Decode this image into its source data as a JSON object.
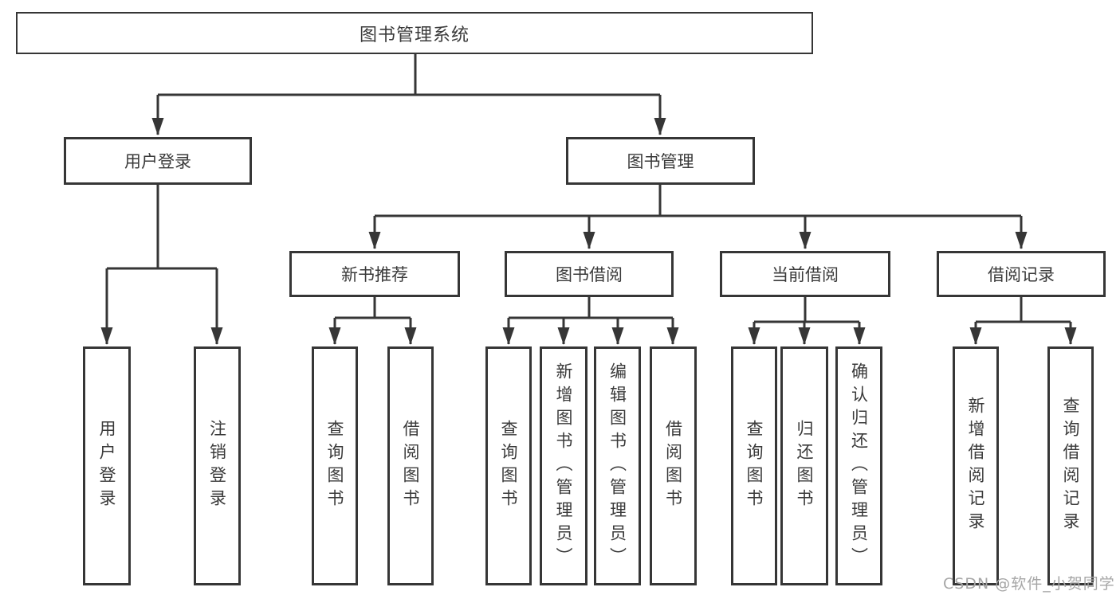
{
  "diagram": {
    "root": {
      "label": "图书管理系统"
    },
    "branches": [
      {
        "label": "用户登录"
      },
      {
        "label": "图书管理"
      }
    ],
    "groups": [
      {
        "label": "新书推荐",
        "parent": "图书管理"
      },
      {
        "label": "图书借阅",
        "parent": "图书管理"
      },
      {
        "label": "当前借阅",
        "parent": "图书管理"
      },
      {
        "label": "借阅记录",
        "parent": "图书管理"
      }
    ],
    "leaves": [
      {
        "label": "用户登录",
        "parent": "用户登录"
      },
      {
        "label": "注销登录",
        "parent": "用户登录"
      },
      {
        "label": "查询图书",
        "parent": "新书推荐"
      },
      {
        "label": "借阅图书",
        "parent": "新书推荐"
      },
      {
        "label": "查询图书",
        "parent": "图书借阅"
      },
      {
        "label": "新增图书（管理员）",
        "parent": "图书借阅"
      },
      {
        "label": "编辑图书（管理员）",
        "parent": "图书借阅"
      },
      {
        "label": "借阅图书",
        "parent": "图书借阅"
      },
      {
        "label": "查询图书",
        "parent": "当前借阅"
      },
      {
        "label": "归还图书",
        "parent": "当前借阅"
      },
      {
        "label": "确认归还（管理员）",
        "parent": "当前借阅"
      },
      {
        "label": "新增借阅记录",
        "parent": "借阅记录"
      },
      {
        "label": "查询借阅记录",
        "parent": "借阅记录"
      }
    ]
  },
  "watermark": {
    "text": "CSDN @软件_小贺同学"
  },
  "colors": {
    "line": "#363636",
    "box_border": "#363636",
    "text": "#3a3a3a",
    "background": "#ffffff",
    "watermark": "#a6a6a6"
  }
}
